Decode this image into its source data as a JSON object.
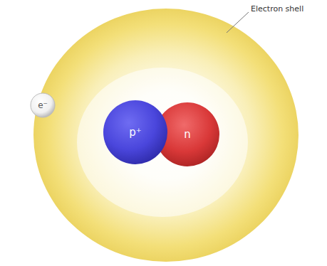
{
  "diagram": {
    "nodes": [
      {
        "text": [
          "e⁻"
        ]
      },
      {
        "text": [
          "p⁺"
        ]
      },
      {
        "text": [
          "n"
        ]
      }
    ],
    "labels": [
      "Electron shell"
    ]
  }
}
